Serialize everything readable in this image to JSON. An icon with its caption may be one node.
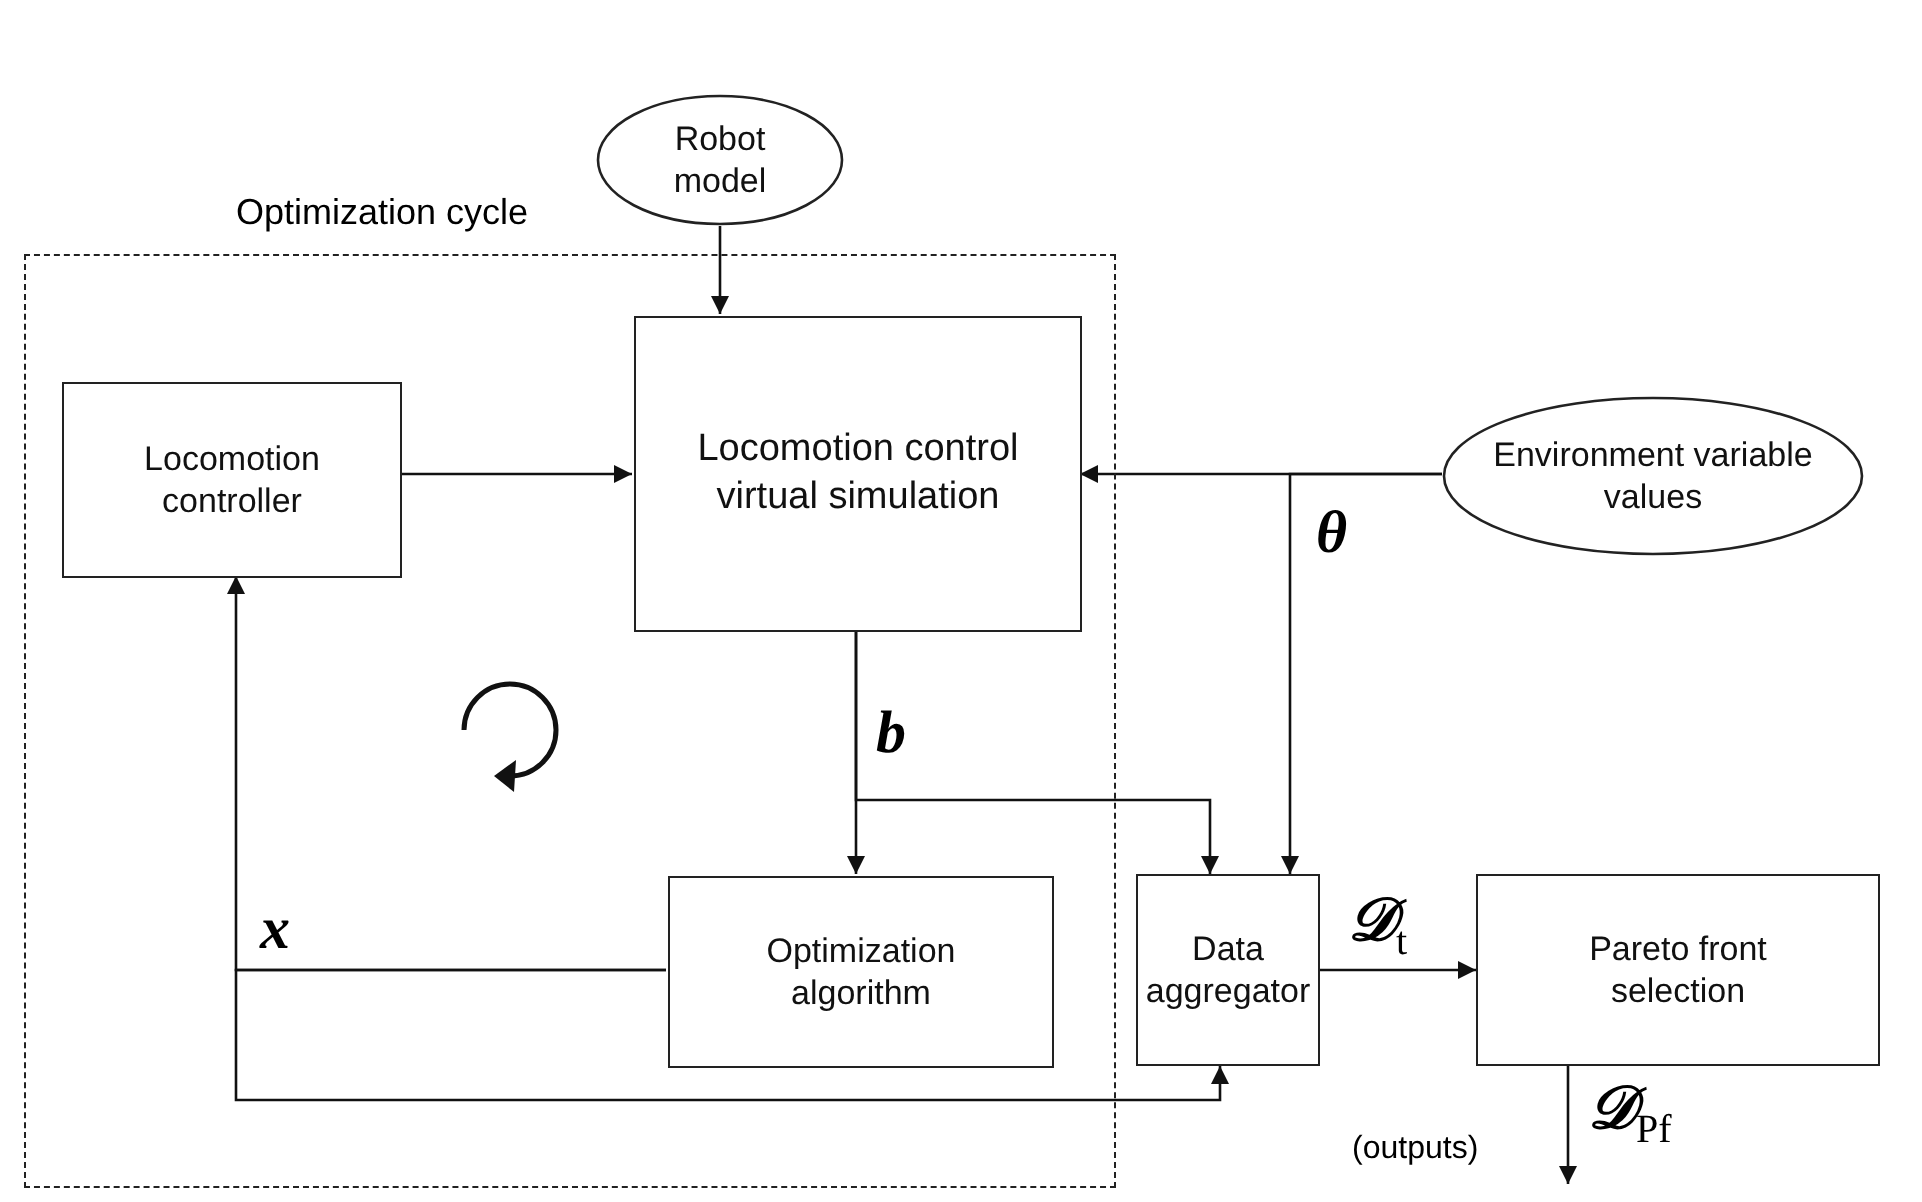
{
  "diagram": {
    "nodes": [
      {
        "text": [
          "Optimization cycle"
        ]
      },
      {
        "text": [
          "Robot model"
        ]
      },
      {
        "text": [
          "Locomotion controller"
        ],
        "in": 0
      },
      {
        "text": [
          "Locomotion control virtual simulation"
        ],
        "in": 0
      },
      {
        "text": [
          "Environment variable values"
        ]
      },
      {
        "text": [
          "Optimization algorithm"
        ],
        "in": 0
      },
      {
        "text": [
          "Data aggregator"
        ]
      },
      {
        "text": [
          "Pareto front selection"
        ]
      }
    ],
    "edges": [
      {
        "from": 1,
        "to": 3,
        "arrow": "to"
      },
      {
        "from": 2,
        "to": 3,
        "arrow": "to"
      },
      {
        "from": 4,
        "to": 3,
        "arrow": "to"
      },
      {
        "from": 4,
        "to": 6,
        "arrow": "to",
        "label": "θ"
      },
      {
        "from": 3,
        "to": 5,
        "arrow": "to",
        "label": "b"
      },
      {
        "from": 3,
        "to": 6,
        "arrow": "to"
      },
      {
        "from": 5,
        "to": 2,
        "arrow": "to",
        "label": "x"
      },
      {
        "from": 5,
        "to": 6,
        "arrow": "to"
      },
      {
        "from": 6,
        "to": 7,
        "arrow": "to",
        "label": "𝒟$_{t}$"
      },
      {
        "from": 7,
        "to": null,
        "arrow": "to",
        "label": "𝒟$_{Pf}$"
      }
    ],
    "labels": [
      "(outputs)"
    ]
  }
}
